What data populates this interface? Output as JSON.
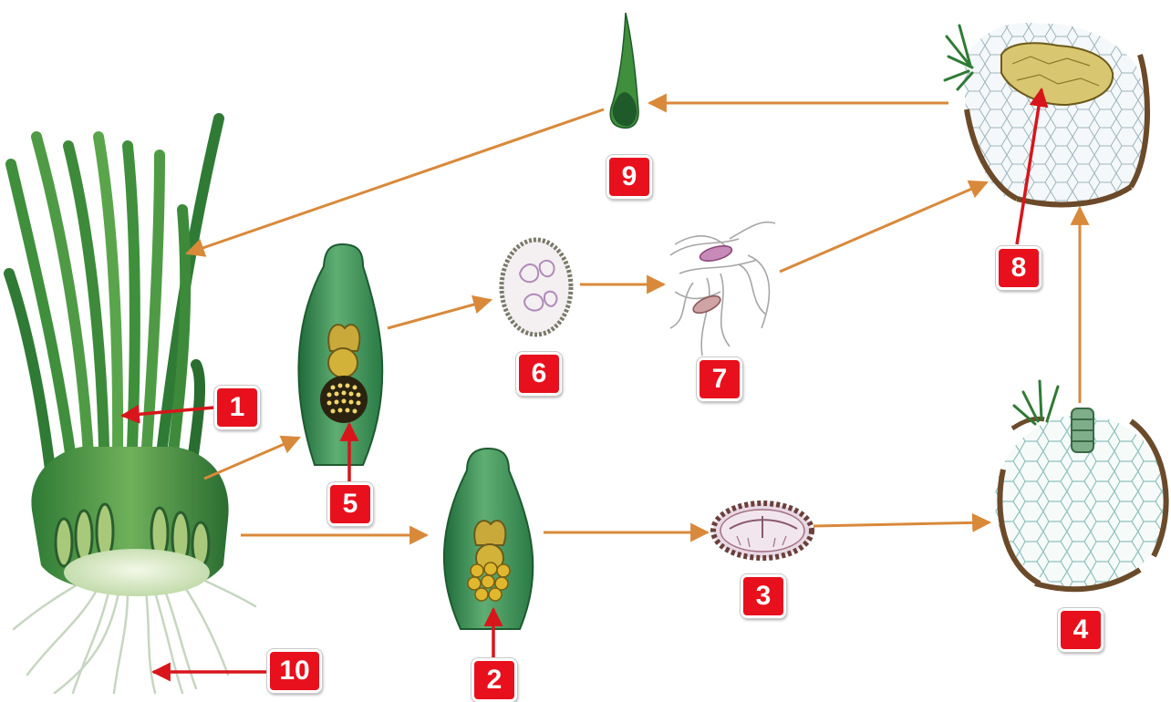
{
  "diagram": {
    "labels": [
      "1",
      "2",
      "3",
      "4",
      "5",
      "6",
      "7",
      "8",
      "9",
      "10"
    ],
    "colors": {
      "badge_fill": "#e8101c",
      "badge_text": "#ffffff",
      "pointer_arrow": "#d8151b",
      "flow_arrow": "#d9893a",
      "leaf_green": "#3f8f3c",
      "dark_green": "#1f5a2a",
      "tissue_brown": "#6b4a2a",
      "cell_net": "#8fc1bd",
      "spore_yellow": "#d3b23a"
    },
    "figures": [
      "plant-illustration",
      "sporophyll-with-megaspores",
      "sporophyll-with-microspores",
      "megaspore",
      "female-gametophyte",
      "microspore",
      "spermatozoids",
      "gametophyte-with-embryo",
      "young-sporophyte",
      "roots"
    ]
  }
}
